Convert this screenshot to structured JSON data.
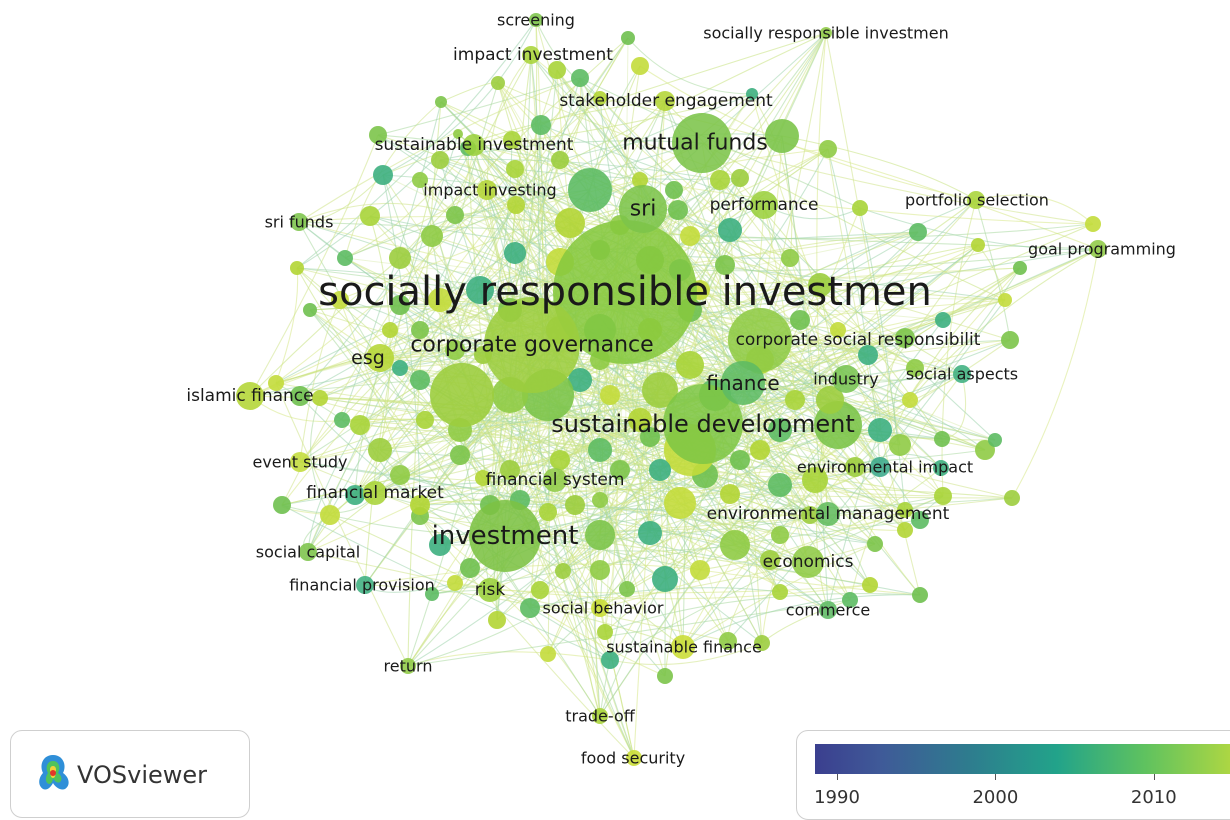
{
  "diagram": {
    "nodes": [
      {
        "label": "socially responsible investmen",
        "size": "xl",
        "color": "#86c83f"
      },
      {
        "label": "corporate governance",
        "size": "l",
        "color": "#9ccd3e"
      },
      {
        "label": "sustainable development",
        "size": "l",
        "color": "#7ec644"
      },
      {
        "label": "investment",
        "size": "l",
        "color": "#7cc243"
      },
      {
        "label": "mutual funds",
        "size": "m",
        "color": "#7cc44a"
      },
      {
        "label": "sri",
        "size": "m",
        "color": "#7cc44a"
      },
      {
        "label": "finance",
        "size": "m",
        "color": "#5dbb63"
      },
      {
        "label": "corporate social responsibilit",
        "size": "m",
        "color": "#8fcb45"
      },
      {
        "label": "performance",
        "size": "s",
        "color": "#9bd03c"
      },
      {
        "label": "esg",
        "size": "s",
        "color": "#b5d634"
      },
      {
        "label": "industry",
        "size": "s",
        "color": "#79c452"
      },
      {
        "label": "social aspects",
        "size": "s",
        "color": "#3daf80"
      },
      {
        "label": "islamic finance",
        "size": "s",
        "color": "#b3d534"
      },
      {
        "label": "environmental impact",
        "size": "s",
        "color": "#3aa98a"
      },
      {
        "label": "environmental management",
        "size": "s",
        "color": "#62bc5d"
      },
      {
        "label": "financial system",
        "size": "s",
        "color": "#8fcb45"
      },
      {
        "label": "financial market",
        "size": "s",
        "color": "#a8d438"
      },
      {
        "label": "event study",
        "size": "s",
        "color": "#c3dc3b"
      },
      {
        "label": "economics",
        "size": "s",
        "color": "#8fcb45"
      },
      {
        "label": "social capital",
        "size": "s",
        "color": "#7cc44a"
      },
      {
        "label": "financial provision",
        "size": "s",
        "color": "#3daf80"
      },
      {
        "label": "risk",
        "size": "s",
        "color": "#9bd03c"
      },
      {
        "label": "social behavior",
        "size": "s",
        "color": "#c9dd33"
      },
      {
        "label": "commerce",
        "size": "s",
        "color": "#5dbb63"
      },
      {
        "label": "sustainable finance",
        "size": "s",
        "color": "#c9dd33"
      },
      {
        "label": "return",
        "size": "s",
        "color": "#8fcb45"
      },
      {
        "label": "trade-off",
        "size": "s",
        "color": "#a8d438"
      },
      {
        "label": "food security",
        "size": "s",
        "color": "#c9dd33"
      },
      {
        "label": "screening",
        "size": "s",
        "color": "#7cc44a"
      },
      {
        "label": "impact investment",
        "size": "s",
        "color": "#a8d438"
      },
      {
        "label": "socially responsible investmen",
        "size": "s",
        "color": "#8fcb45"
      },
      {
        "label": "stakeholder engagement",
        "size": "s",
        "color": "#b3d534"
      },
      {
        "label": "sustainable investment",
        "size": "s",
        "color": "#9bd03c"
      },
      {
        "label": "impact investing",
        "size": "s",
        "color": "#b3d534"
      },
      {
        "label": "sri funds",
        "size": "s",
        "color": "#7cc44a"
      },
      {
        "label": "portfolio selection",
        "size": "s",
        "color": "#a8d438"
      },
      {
        "label": "goal programming",
        "size": "s",
        "color": "#8fcb45"
      }
    ]
  },
  "branding": {
    "app_name": "VOSviewer",
    "logo_icon": "vosviewer-logo-icon"
  },
  "legend": {
    "colorscale": [
      "#3b3f8f",
      "#2e7c8e",
      "#22a38a",
      "#5fc25f",
      "#c3dc3b"
    ],
    "ticks": [
      {
        "label": "1990",
        "frac": 0.05
      },
      {
        "label": "2000",
        "frac": 0.41
      },
      {
        "label": "2010",
        "frac": 0.77
      }
    ]
  }
}
